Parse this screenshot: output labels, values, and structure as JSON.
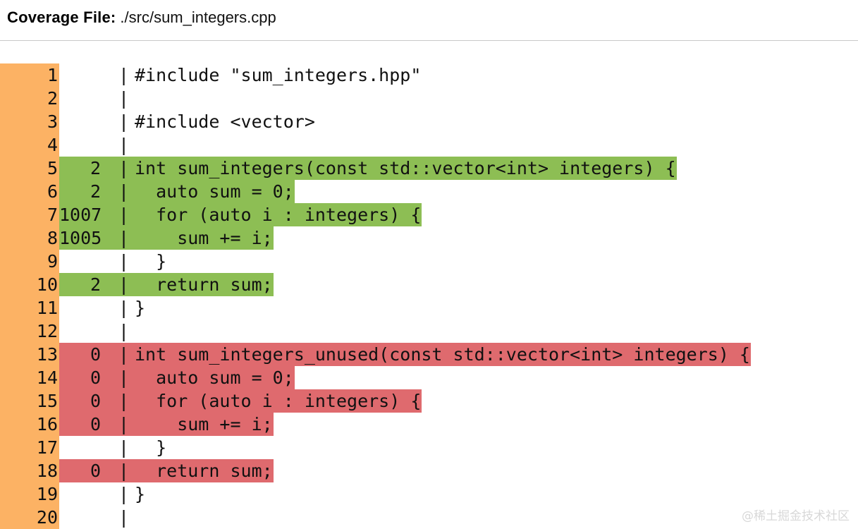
{
  "header": {
    "label": "Coverage File:",
    "path": "./src/sum_integers.cpp"
  },
  "colors": {
    "gutter": "#fcb264",
    "covered": "#8dbe54",
    "uncovered": "#df6a6e",
    "background": "#ffffff",
    "text": "#111111",
    "watermark": "#d8d8d8"
  },
  "separator": "|",
  "watermark": "@稀土掘金技术社区",
  "lines": [
    {
      "no": "1",
      "hits": "",
      "code": "#include \"sum_integers.hpp\"",
      "state": "none"
    },
    {
      "no": "2",
      "hits": "",
      "code": "",
      "state": "none"
    },
    {
      "no": "3",
      "hits": "",
      "code": "#include <vector>",
      "state": "none"
    },
    {
      "no": "4",
      "hits": "",
      "code": "",
      "state": "none"
    },
    {
      "no": "5",
      "hits": "2",
      "code": "int sum_integers(const std::vector<int> integers) {",
      "state": "green"
    },
    {
      "no": "6",
      "hits": "2",
      "code": "  auto sum = 0;",
      "state": "green"
    },
    {
      "no": "7",
      "hits": "1007",
      "code": "  for (auto i : integers) {",
      "state": "green"
    },
    {
      "no": "8",
      "hits": "1005",
      "code": "    sum += i;",
      "state": "green"
    },
    {
      "no": "9",
      "hits": "",
      "code": "  }",
      "state": "none"
    },
    {
      "no": "10",
      "hits": "2",
      "code": "  return sum;",
      "state": "green"
    },
    {
      "no": "11",
      "hits": "",
      "code": "}",
      "state": "none"
    },
    {
      "no": "12",
      "hits": "",
      "code": "",
      "state": "none"
    },
    {
      "no": "13",
      "hits": "0",
      "code": "int sum_integers_unused(const std::vector<int> integers) {",
      "state": "red"
    },
    {
      "no": "14",
      "hits": "0",
      "code": "  auto sum = 0;",
      "state": "red"
    },
    {
      "no": "15",
      "hits": "0",
      "code": "  for (auto i : integers) {",
      "state": "red"
    },
    {
      "no": "16",
      "hits": "0",
      "code": "    sum += i;",
      "state": "red"
    },
    {
      "no": "17",
      "hits": "",
      "code": "  }",
      "state": "none"
    },
    {
      "no": "18",
      "hits": "0",
      "code": "  return sum;",
      "state": "red"
    },
    {
      "no": "19",
      "hits": "",
      "code": "}",
      "state": "none"
    },
    {
      "no": "20",
      "hits": "",
      "code": "",
      "state": "none"
    }
  ]
}
